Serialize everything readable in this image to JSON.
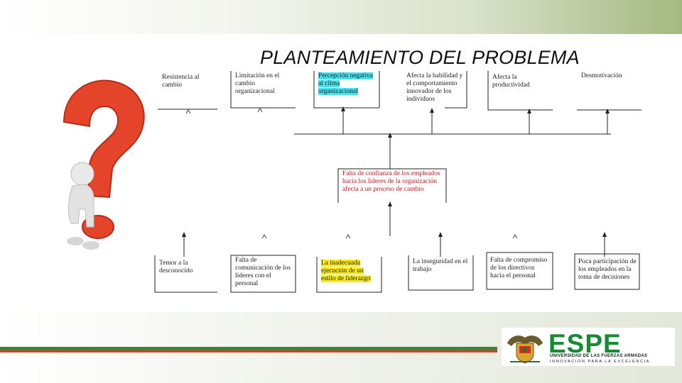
{
  "title": "PLANTEAMIENTO DEL PROBLEMA",
  "central_problem": {
    "line1": "Falta de confianza de los empleados",
    "line2": "hacia los líderes de la organización",
    "line3": "afecta a un  proceso de cambio"
  },
  "effects": [
    {
      "lines": [
        "Resistencia al",
        "cambio"
      ]
    },
    {
      "lines": [
        "Limitación en el",
        "cambio",
        "organizacional"
      ]
    },
    {
      "lines": [
        "Percepción negativa",
        "al clima",
        "organizacional"
      ]
    },
    {
      "lines": [
        "Afecta la habilidad y",
        "el comportamiento",
        "innovador de los",
        "individuos"
      ]
    },
    {
      "lines": [
        "Afecta la",
        "productividad"
      ]
    },
    {
      "lines": [
        "Desmotivación"
      ]
    }
  ],
  "causes": [
    {
      "lines": [
        "Temor a la",
        "desconocido"
      ]
    },
    {
      "lines": [
        "Falta de",
        "comunicación de los",
        "líderes con el",
        "personal"
      ]
    },
    {
      "lines": [
        "La inadecuada",
        "ejecución de un",
        "estilo de liderazgo"
      ]
    },
    {
      "lines": [
        "La inseguridad en el",
        "trabajo"
      ]
    },
    {
      "lines": [
        "Falta de compromiso",
        "de los directivos",
        "hacia el personal"
      ]
    },
    {
      "lines": [
        "Poca participación de",
        "los empleados en la",
        "toma de decisiones"
      ]
    }
  ],
  "logo": {
    "word": "ESPE",
    "subtitle": "UNIVERSIDAD DE LAS FUERZAS ARMADAS",
    "tagline": "INNOVACIÓN PARA LA EXCELENCIA"
  },
  "colors": {
    "highlight_cyan": "#46e2ee",
    "highlight_yellow": "#f8ea1c",
    "central_text": "#c81818",
    "question_mark": "#e4452a",
    "brand_green": "#178a34",
    "stripe_red": "#e23a2a"
  }
}
